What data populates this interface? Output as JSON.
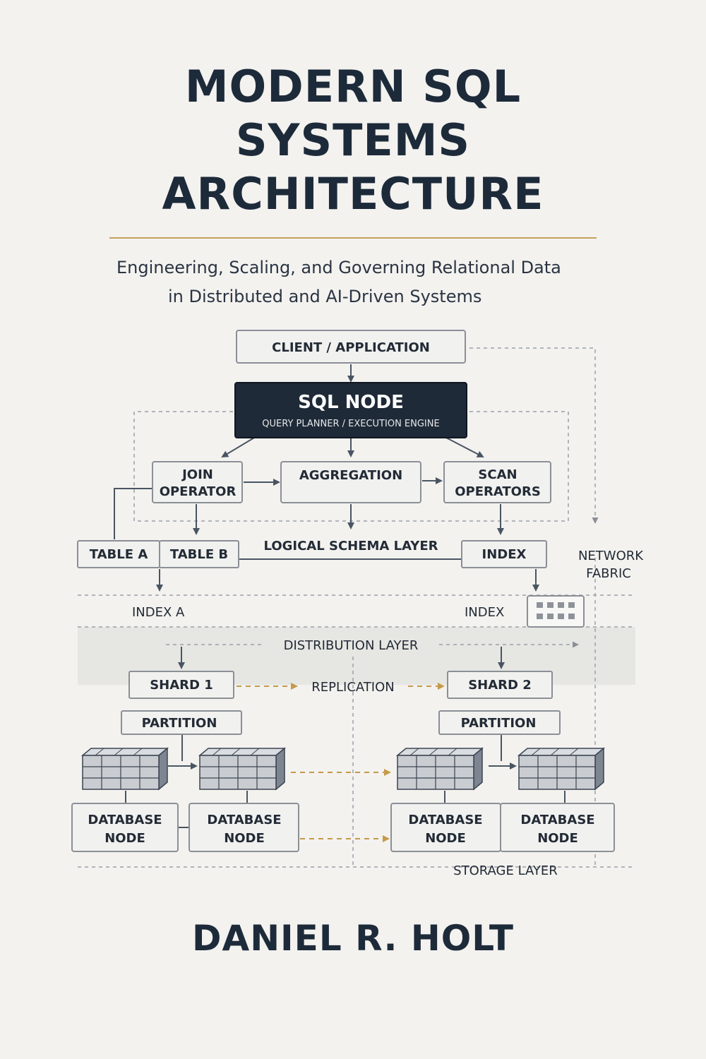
{
  "cover": {
    "title_lines": [
      "MODERN SQL",
      "SYSTEMS",
      "ARCHITECTURE"
    ],
    "subtitle_lines": [
      "Engineering, Scaling, and Governing Relational Data",
      "in Distributed and AI-Driven Systems"
    ],
    "author": "DANIEL R. HOLT",
    "colors": {
      "ink": "#1d2a3a",
      "accent_gold": "#c4a05c",
      "dark_node": "#1f2a38",
      "paper": "#f3f2ef"
    }
  },
  "diagram": {
    "client": "CLIENT / APPLICATION",
    "sql_node": {
      "title": "SQL NODE",
      "subtitle": "QUERY PLANNER / EXECUTION ENGINE"
    },
    "join_operator": [
      "JOIN",
      "OPERATOR"
    ],
    "aggregation": "AGGREGATION",
    "scan_operators": [
      "SCAN",
      "OPERATORS"
    ],
    "table_a": "TABLE A",
    "table_b": "TABLE B",
    "logical_schema_layer": "LOGICAL SCHEMA LAYER",
    "index_box": "INDEX",
    "network_fabric": [
      "NETWORK",
      "FABRIC"
    ],
    "index_a": "INDEX A",
    "index_label": "INDEX",
    "distribution_layer": "DISTRIBUTION LAYER",
    "shard_1": "SHARD 1",
    "shard_2": "SHARD 2",
    "replication": "REPLICATION",
    "partition_left": "PARTITION",
    "partition_right": "PARTITION",
    "database_nodes": [
      [
        "DATABASE",
        "NODE"
      ],
      [
        "DATABASE",
        "NODE"
      ],
      [
        "DATABASE",
        "NODE"
      ],
      [
        "DATABASE",
        "NODE"
      ]
    ],
    "storage_layer": "STORAGE LAYER"
  }
}
